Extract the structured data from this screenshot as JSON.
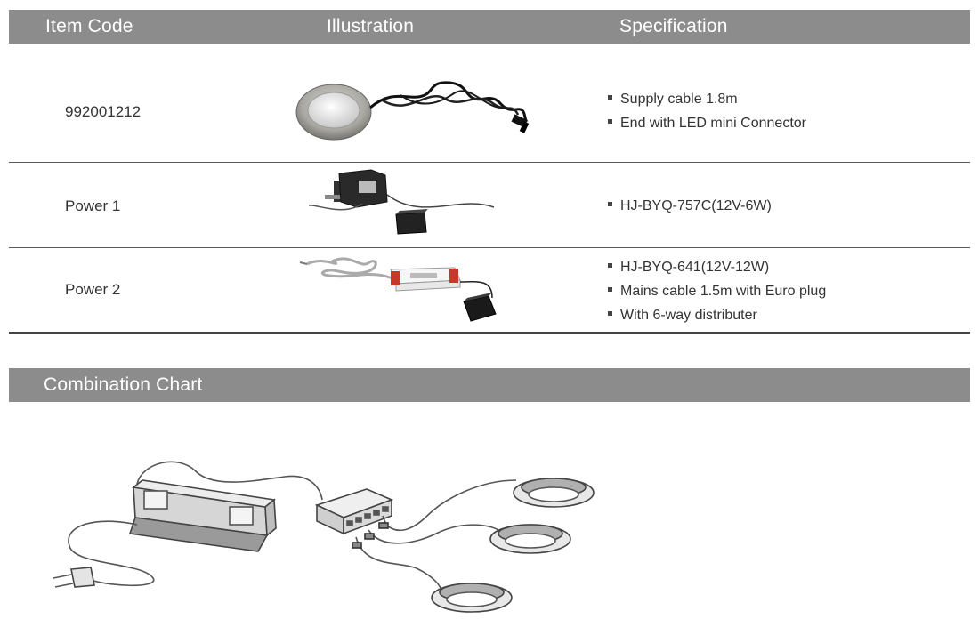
{
  "table": {
    "headers": [
      "Item Code",
      "Illustration",
      "Specification"
    ],
    "rows": [
      {
        "code": "992001212",
        "illustration": "round-led-light-with-cable",
        "specs": [
          "Supply  cable 1.8m",
          "End with LED mini Connector"
        ]
      },
      {
        "code": "Power 1",
        "illustration": "plug-in-adapter",
        "specs": [
          "HJ-BYQ-757C(12V-6W)"
        ]
      },
      {
        "code": "Power 2",
        "illustration": "led-driver-with-distributor",
        "specs": [
          "HJ-BYQ-641(12V-12W)",
          "Mains cable 1.5m with Euro plug",
          "With 6-way distributer"
        ]
      }
    ]
  },
  "combination": {
    "title": "Combination Chart",
    "illustration": "driver-distributor-three-lights-diagram"
  },
  "colors": {
    "header_bg": "#8c8c8c",
    "header_text": "#ffffff",
    "rule": "#5a5a5a"
  }
}
